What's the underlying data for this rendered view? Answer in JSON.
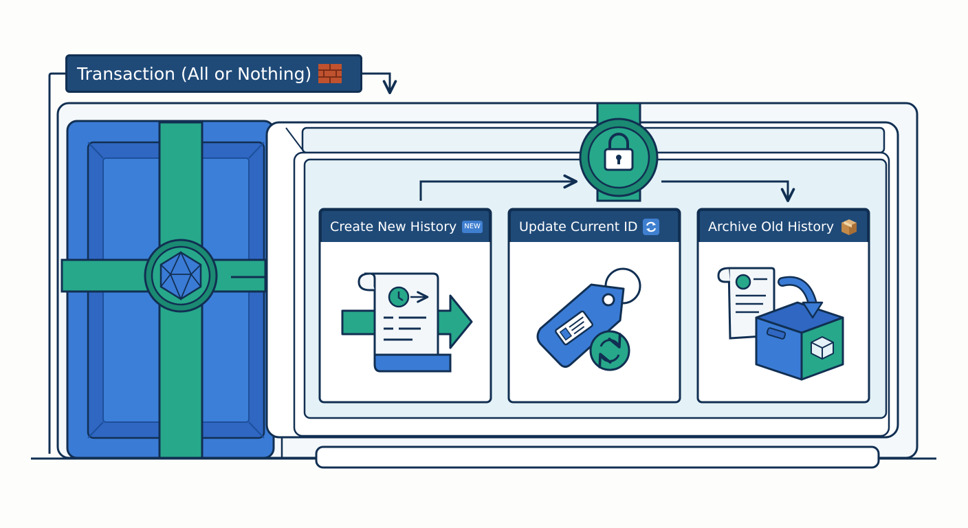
{
  "title": {
    "text": "Transaction (All or Nothing)",
    "icon": "brick-wall-icon"
  },
  "steps": [
    {
      "label": "Create New History",
      "emoji": "NEW",
      "icon": "history-scroll-icon"
    },
    {
      "label": "Update Current ID",
      "emoji": "refresh-icon",
      "icon": "id-tag-icon"
    },
    {
      "label": "Archive Old History",
      "emoji": "package-icon",
      "icon": "archive-box-icon"
    }
  ],
  "colors": {
    "navy": "#1f4a78",
    "outline": "#112f52",
    "blue": "#3a7bd5",
    "teal": "#27a88a",
    "panel": "#e4f2f7",
    "brick": "#c0522f"
  }
}
